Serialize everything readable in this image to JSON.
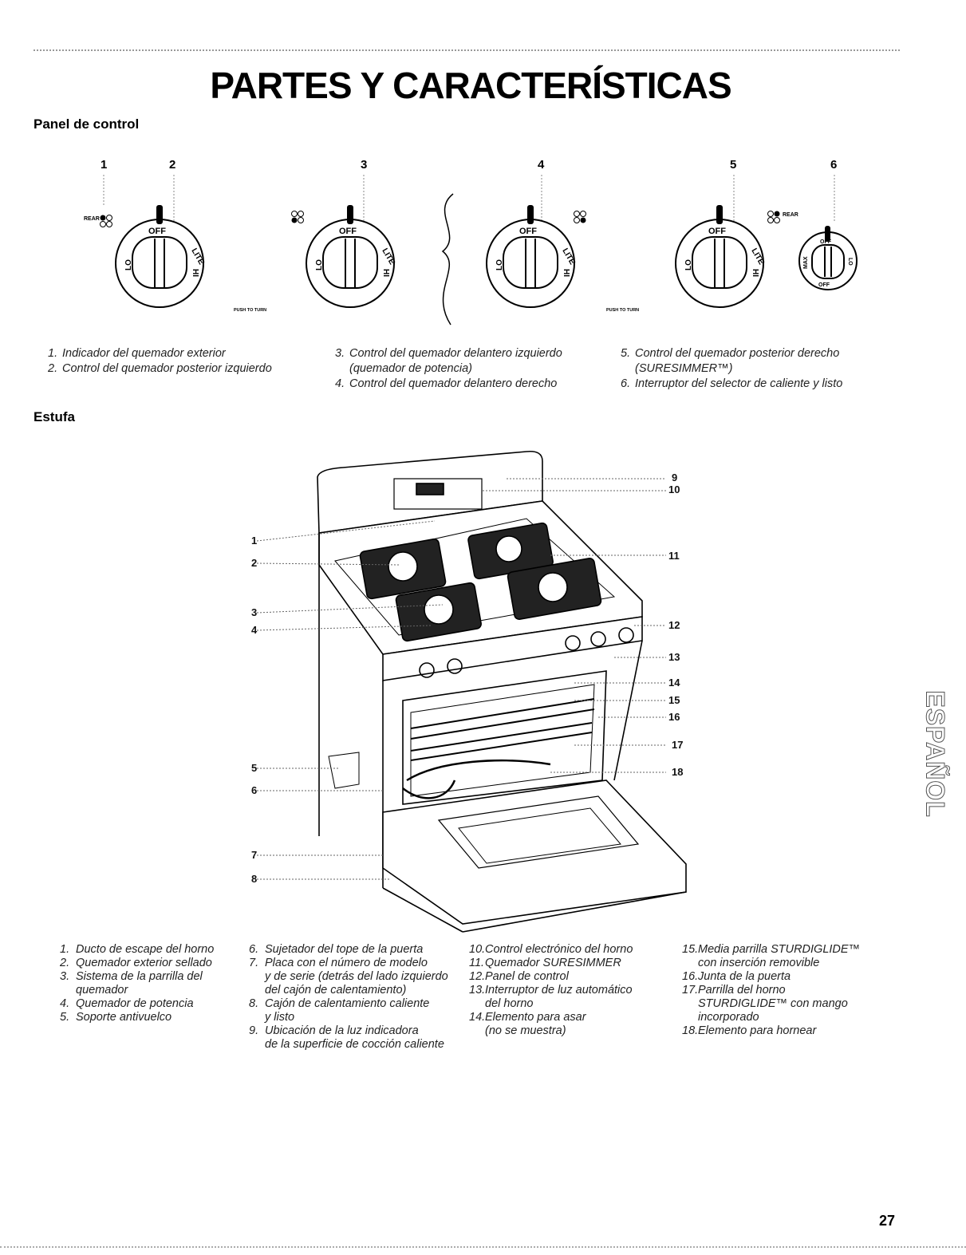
{
  "title": "PARTES Y CARACTERÍSTICAS",
  "control_panel": {
    "heading": "Panel de control",
    "callouts": [
      "1",
      "2",
      "3",
      "4",
      "5",
      "6"
    ],
    "knob_labels": {
      "rear": "REAR",
      "off": "OFF",
      "lo": "LO",
      "lite": "LITE",
      "hi": "HI",
      "max": "MAX",
      "push_to_turn": "PUSH TO TURN"
    },
    "legend_col1": [
      {
        "num": "1.",
        "text": "Indicador del quemador exterior"
      },
      {
        "num": "2.",
        "text": "Control del quemador posterior izquierdo"
      }
    ],
    "legend_col2": [
      {
        "num": "3.",
        "text": "Control del quemador delantero izquierdo",
        "sub": "(quemador de potencia)"
      },
      {
        "num": "4.",
        "text": "Control del quemador delantero derecho"
      }
    ],
    "legend_col3": [
      {
        "num": "5.",
        "text": "Control del quemador posterior derecho",
        "sub": "(SURESIMMER™)"
      },
      {
        "num": "6.",
        "text": "Interruptor del selector de caliente y listo"
      }
    ]
  },
  "range": {
    "heading": "Estufa",
    "left_callouts": [
      "1",
      "2",
      "3",
      "4",
      "5",
      "6",
      "7",
      "8"
    ],
    "right_callouts": [
      "9",
      "10",
      "11",
      "12",
      "13",
      "14",
      "15",
      "16",
      "17",
      "18"
    ],
    "parts_col1": [
      {
        "num": "1.",
        "text": "Ducto de escape del horno"
      },
      {
        "num": "2.",
        "text": "Quemador exterior sellado"
      },
      {
        "num": "3.",
        "text": "Sistema de la parrilla del",
        "sub": "quemador"
      },
      {
        "num": "4.",
        "text": "Quemador de potencia"
      },
      {
        "num": "5.",
        "text": "Soporte antivuelco"
      }
    ],
    "parts_col2": [
      {
        "num": "6.",
        "text": "Sujetador del tope de la puerta"
      },
      {
        "num": "7.",
        "text": "Placa con el número de modelo",
        "sub": "y de serie (detrás del lado izquierdo del cajón de calentamiento)"
      },
      {
        "num": "8.",
        "text": "Cajón de calentamiento caliente",
        "sub": "y listo"
      },
      {
        "num": "9.",
        "text": "Ubicación de la luz indicadora",
        "sub": "de la superficie de cocción caliente"
      }
    ],
    "parts_col3": [
      {
        "num": "10.",
        "text": "Control electrónico del horno"
      },
      {
        "num": "11.",
        "text": "Quemador SURESIMMER"
      },
      {
        "num": "12.",
        "text": "Panel de control"
      },
      {
        "num": "13.",
        "text": "Interruptor de luz automático",
        "sub": "del horno"
      },
      {
        "num": "14.",
        "text": "Elemento para asar",
        "sub": "(no se muestra)"
      }
    ],
    "parts_col4": [
      {
        "num": "15.",
        "text": "Media parrilla STURDIGLIDE™",
        "sub": "con inserción removible"
      },
      {
        "num": "16.",
        "text": "Junta de la puerta"
      },
      {
        "num": "17.",
        "text": "Parrilla del horno",
        "sub": "STURDIGLIDE™ con mango incorporado"
      },
      {
        "num": "18.",
        "text": "Elemento para hornear"
      }
    ]
  },
  "side_tab": "ESPAÑOL",
  "page_number": "27"
}
